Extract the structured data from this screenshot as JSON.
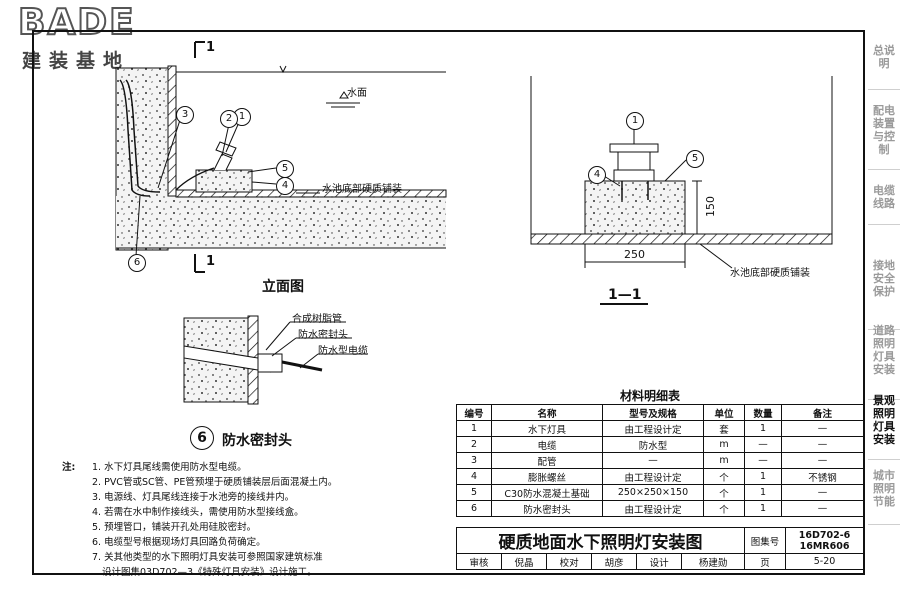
{
  "logo": {
    "brand": "BADE",
    "subtitle": "建装基地"
  },
  "sidebar": [
    {
      "label": "总说明",
      "active": false
    },
    {
      "label": "配电装置与控制",
      "active": false
    },
    {
      "label": "电缆线路",
      "active": false
    },
    {
      "label": "接地安全保护",
      "active": false
    },
    {
      "label": "道路照明灯具安装",
      "active": false
    },
    {
      "label": "景观照明灯具安装",
      "active": true
    },
    {
      "label": "城市照明节能",
      "active": false
    }
  ],
  "elevation": {
    "section_mark": "1",
    "water_label": "水面",
    "floor_label": "水池底部硬质铺装",
    "title": "立面图",
    "callouts": [
      "1",
      "2",
      "3",
      "4",
      "5",
      "6"
    ]
  },
  "section": {
    "title": "1—1",
    "dim_height": "150",
    "dim_width": "250",
    "floor_label": "水池底部硬质铺装",
    "callouts": [
      "1",
      "4",
      "5"
    ]
  },
  "detail6": {
    "labels": [
      "合成树脂管",
      "防水密封头",
      "防水型电缆"
    ],
    "number": "6",
    "title": "防水密封头"
  },
  "notes": {
    "heading": "注:",
    "lines": [
      "1. 水下灯具尾线需使用防水型电缆。",
      "2. PVC管或SC管、PE管预埋于硬质铺装层后面混凝土内。",
      "3. 电源线、灯具尾线连接于水池旁的接线井内。",
      "4. 若需在水中制作接线头，需使用防水型接线盒。",
      "5. 预埋管口，铺装开孔处用硅胶密封。",
      "6. 电缆型号根据现场灯具回路负荷确定。",
      "7. 关其他类型的水下照明灯具安装可参照国家建筑标准",
      "设计图集03D702—3《特殊灯具安装》设计施工。"
    ]
  },
  "materials": {
    "title": "材料明细表",
    "headers": [
      "编号",
      "名称",
      "型号及规格",
      "单位",
      "数量",
      "备注"
    ],
    "rows": [
      [
        "1",
        "水下灯具",
        "由工程设计定",
        "套",
        "1",
        "—"
      ],
      [
        "2",
        "电缆",
        "防水型",
        "m",
        "—",
        "—"
      ],
      [
        "3",
        "配管",
        "—",
        "m",
        "—",
        "—"
      ],
      [
        "4",
        "膨胀螺丝",
        "由工程设计定",
        "个",
        "1",
        "不锈钢"
      ],
      [
        "5",
        "C30防水混凝土基础",
        "250×250×150",
        "个",
        "1",
        "—"
      ],
      [
        "6",
        "防水密封头",
        "由工程设计定",
        "个",
        "1",
        "—"
      ]
    ]
  },
  "title_block": {
    "title": "硬质地面水下照明灯安装图",
    "atlas_label": "图集号",
    "atlas_no": "16D702-6\n16MR606",
    "row2": [
      "审核",
      "倪晶",
      "校对",
      "胡彦",
      "设计",
      "杨建勋",
      "页",
      "5-20"
    ]
  }
}
